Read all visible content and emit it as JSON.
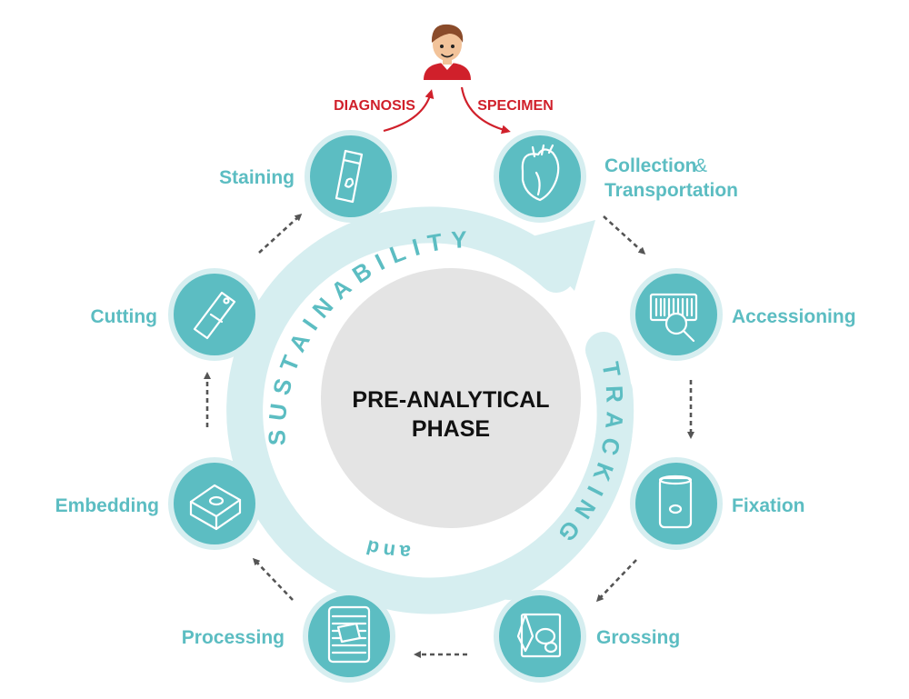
{
  "center": {
    "line1": "PRE-ANALYTICAL",
    "line2": "PHASE"
  },
  "ring": {
    "sustainability": "SUSTAINABILITY",
    "and": "and",
    "tracking": "TRACKING"
  },
  "patient": {
    "diagnosis": "DIAGNOSIS",
    "specimen": "SPECIMEN"
  },
  "steps": {
    "collection_line1": "Collection",
    "collection_amp": "&",
    "collection_line2": "Transportation",
    "accessioning": "Accessioning",
    "fixation": "Fixation",
    "grossing": "Grossing",
    "processing": "Processing",
    "embedding": "Embedding",
    "cutting": "Cutting",
    "staining": "Staining"
  },
  "colors": {
    "teal": "#5cbdc2",
    "teal_light": "#d6eef0",
    "red": "#d0202b",
    "center_gray": "#e4e4e4",
    "arrow_gray": "#555555"
  },
  "icons": [
    "heart-icon",
    "barcode-magnifier-icon",
    "specimen-container-icon",
    "scalpel-tissue-icon",
    "cassette-icon",
    "embedding-block-icon",
    "blade-icon",
    "slide-icon",
    "patient-avatar-icon"
  ]
}
